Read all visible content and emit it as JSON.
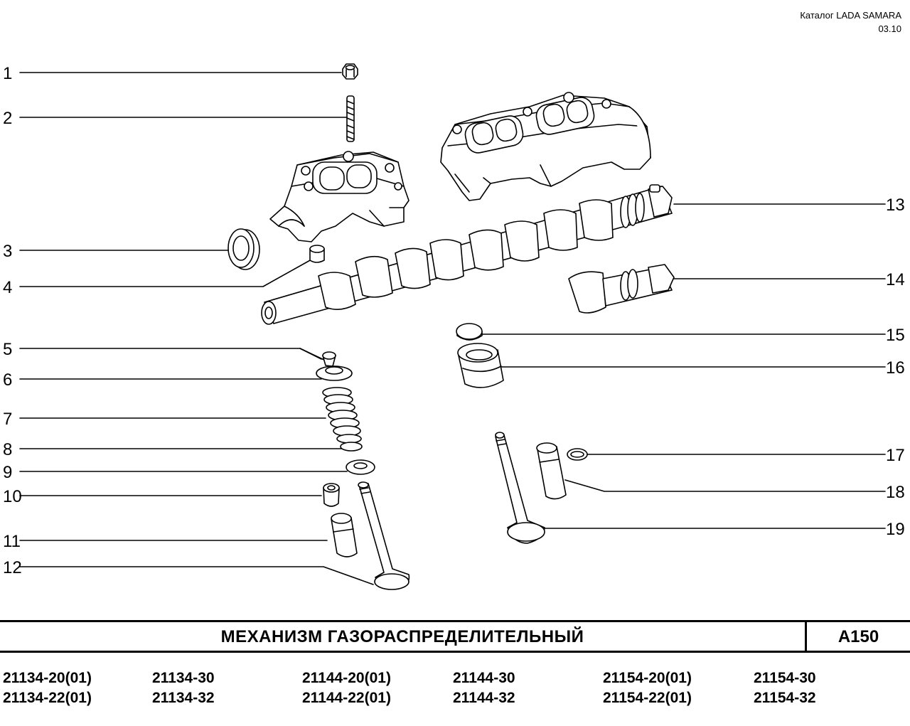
{
  "header": {
    "catalog": "Каталог  LADA SAMARA",
    "date": "03.10"
  },
  "callouts": [
    "1",
    "2",
    "3",
    "4",
    "5",
    "6",
    "7",
    "8",
    "9",
    "10",
    "11",
    "12",
    "13",
    "14",
    "15",
    "16",
    "17",
    "18",
    "19"
  ],
  "title": {
    "main": "МЕХАНИЗМ   ГАЗОРАСПРЕДЕЛИТЕЛЬНЫЙ",
    "code": "А150"
  },
  "models": [
    [
      "21134-20(01)",
      "21134-22(01)"
    ],
    [
      "21134-30",
      "21134-32"
    ],
    [
      "21144-20(01)",
      "21144-22(01)"
    ],
    [
      "21144-30",
      "21144-32"
    ],
    [
      "21154-20(01)",
      "21154-22(01)"
    ],
    [
      "21154-30",
      "21154-32"
    ]
  ]
}
